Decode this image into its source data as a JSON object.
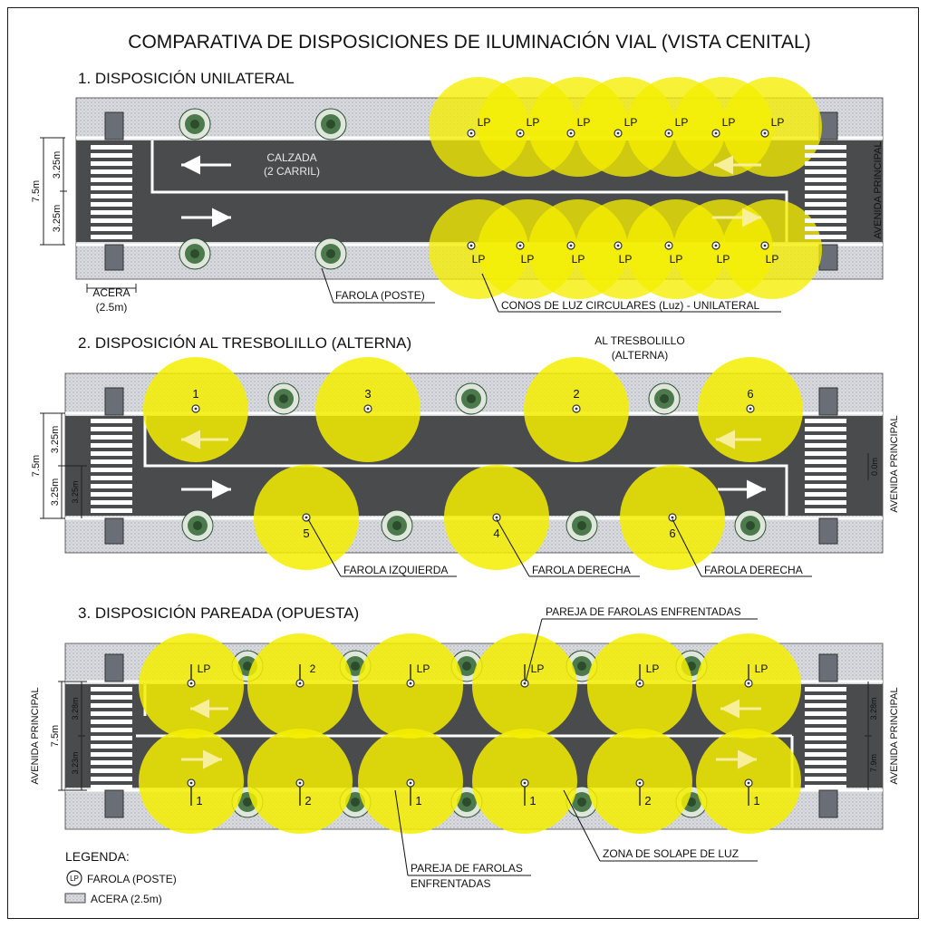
{
  "title": "COMPARATIVA DE DISPOSICIONES DE ILUMINACIÓN VIAL (VISTA CENITAL)",
  "sections": {
    "s1": {
      "heading": "1. DISPOSICIÓN UNILATERAL",
      "road_label_1": "CALZADA",
      "road_label_2": "(2 CARRIL)",
      "dim_total": "7.5m",
      "dim_lane_top": "3.25m",
      "dim_lane_bottom": "3.25m",
      "avenue": "AVENIDA PRINCIPAL",
      "sidewalk_label_1": "ACERA",
      "sidewalk_label_2": "(2.5m)",
      "callout_pole": "FAROLA (POSTE)",
      "callout_cones": "CONOS DE LUZ CIRCULARES (Luz) - UNILATERAL",
      "lamp_label": "LP"
    },
    "s2": {
      "heading": "2. DISPOSICIÓN AL TRESBOLILLO (ALTERNA)",
      "note_1": "AL TRESBOLILLO",
      "note_2": "(ALTERNA)",
      "dim_total": "7.5m",
      "dim_lane_top": "3.25m",
      "dim_lane_bottom": "3.25m",
      "dim_inner": "3.25m",
      "dim_right": "0.0m",
      "avenue": "AVENIDA PRINCIPAL",
      "top_lamps": [
        "1",
        "3",
        "2",
        "6"
      ],
      "bottom_lamps": [
        "5",
        "4",
        "6"
      ],
      "callout_left": "FAROLA IZQUIERDA",
      "callout_right_1": "FAROLA DERECHA",
      "callout_right_2": "FAROLA DERECHA"
    },
    "s3": {
      "heading": "3. DISPOSICIÓN PAREADA (OPUESTA)",
      "callout_pair_top": "PAREJA DE FAROLAS ENFRENTADAS",
      "callout_pair_bottom_1": "PAREJA DE FAROLAS",
      "callout_pair_bottom_2": "ENFRENTADAS",
      "callout_overlap": "ZONA DE SOLAPE DE LUZ",
      "avenue_left": "AVENIDA PRINCIPAL",
      "avenue_right": "AVENIDA PRINCIPAL",
      "dim_total": "7.5m",
      "dim_lane_top": "3.28m",
      "dim_lane_bottom": "3.23m",
      "dim_right_top": "3.28m",
      "dim_right_bottom": "7.9m",
      "top_labels": [
        "LP",
        "2",
        "LP",
        "LP",
        "LP",
        "LP"
      ],
      "bottom_labels": [
        "1",
        "2",
        "1",
        "1",
        "2",
        "1"
      ]
    }
  },
  "legend": {
    "title": "LEGENDA:",
    "pole_symbol": "LP",
    "pole": "FAROLA (POSTE)",
    "sidewalk": "ACERA (2.5m)"
  },
  "colors": {
    "asphalt": "#4a4b4d",
    "sidewalk": "#d6d8dc",
    "light_cone": "#f5ee00",
    "tree": "#3e6b3e",
    "lane_marking": "#ffffff"
  }
}
